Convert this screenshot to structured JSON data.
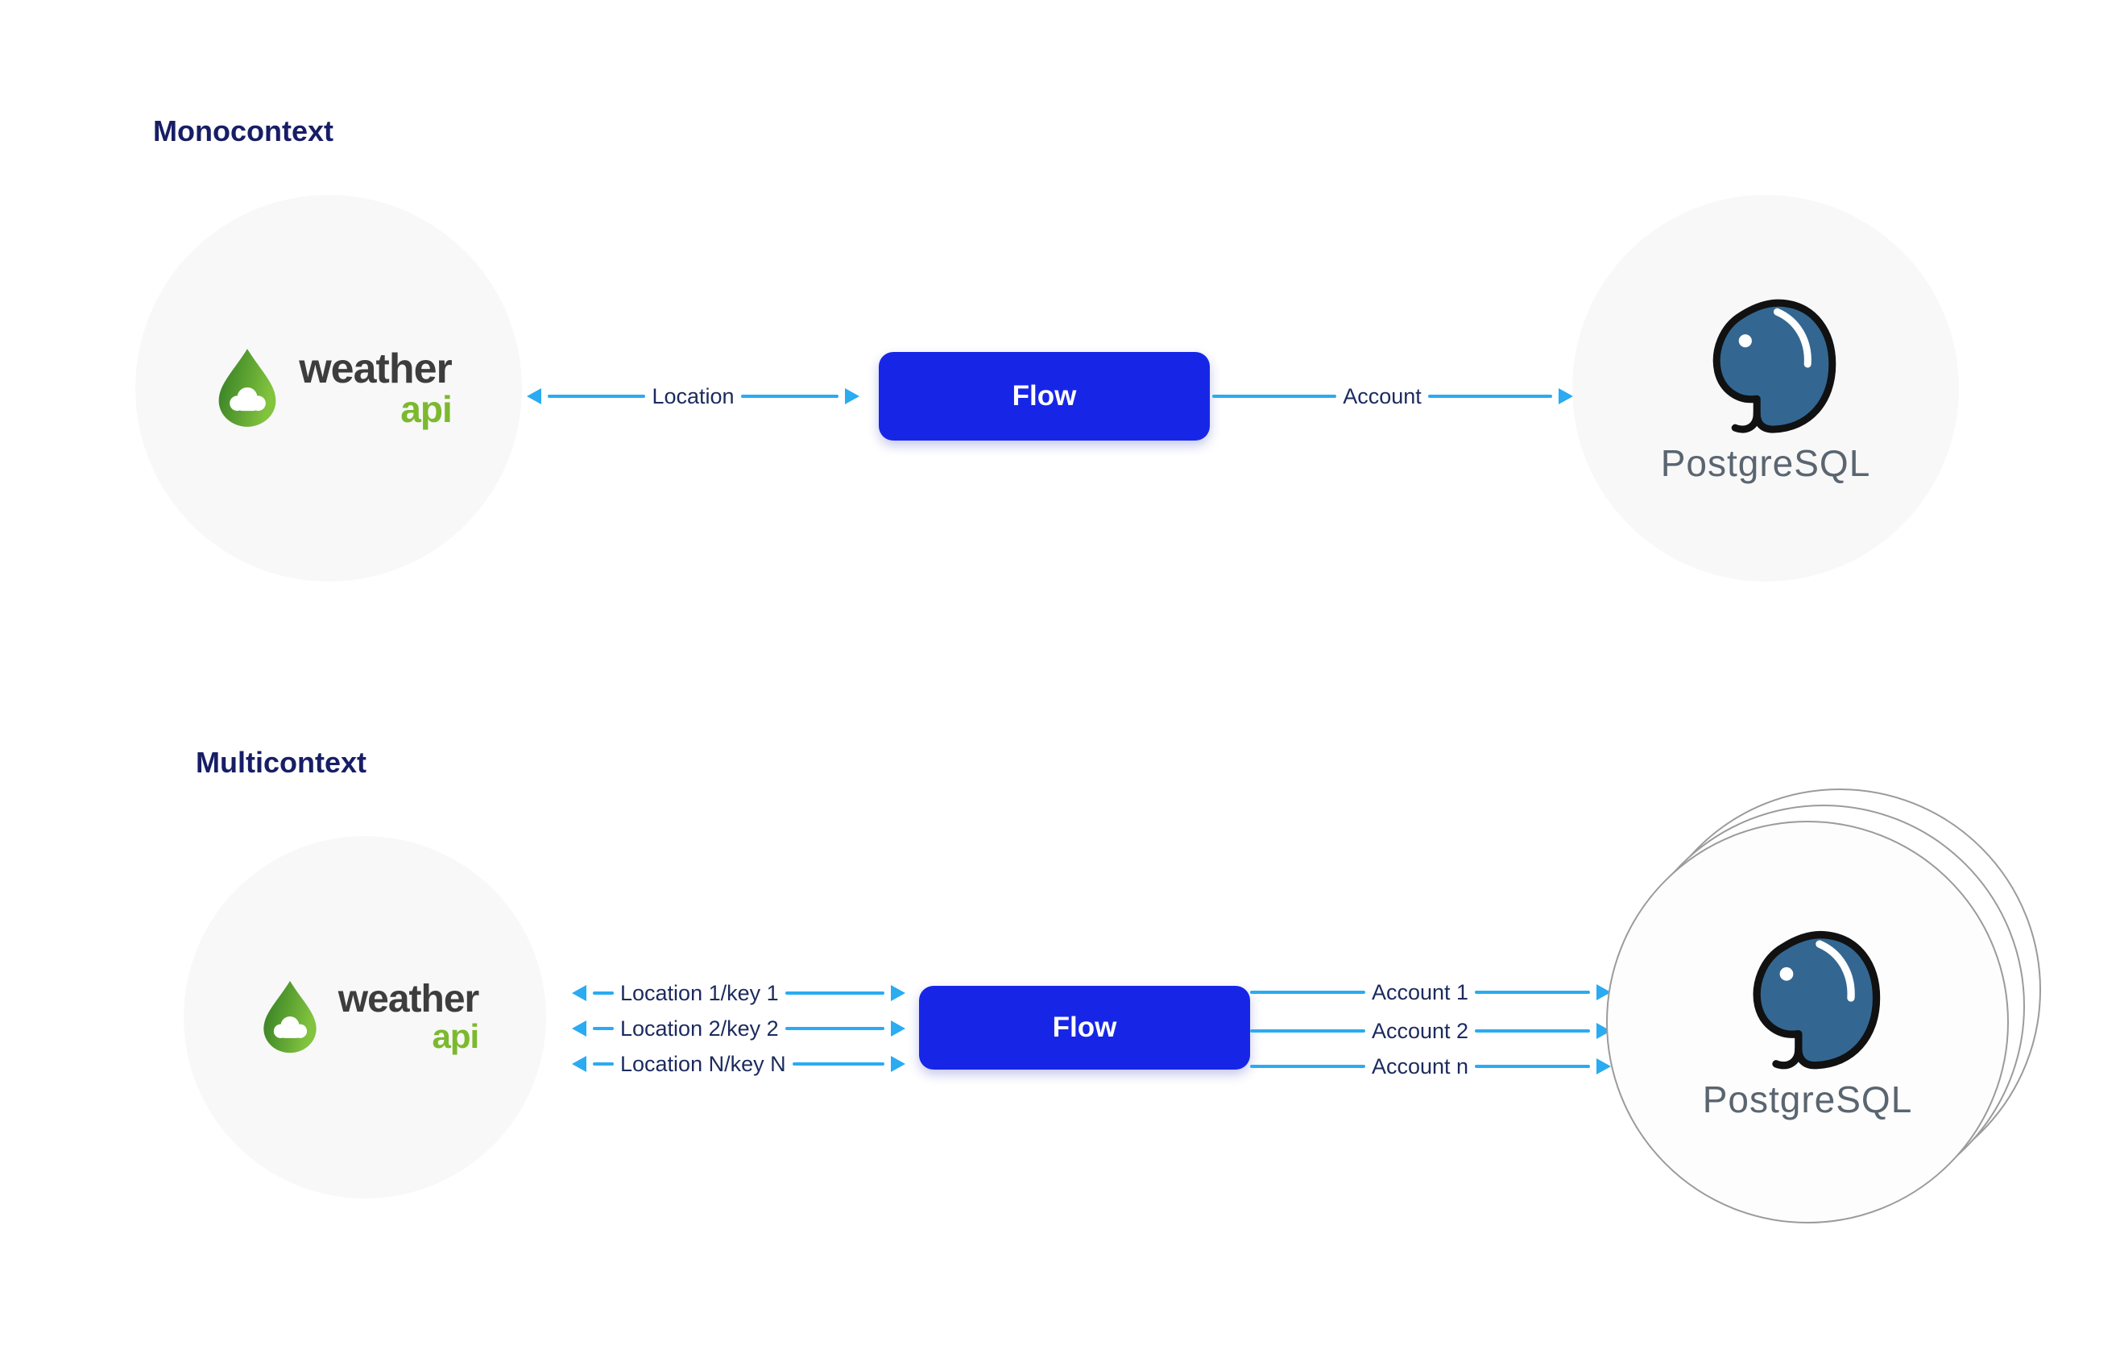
{
  "mono": {
    "title": "Monocontext",
    "flow_label": "Flow",
    "location_label": "Location",
    "account_label": "Account"
  },
  "multi": {
    "title": "Multicontext",
    "flow_label": "Flow",
    "left_labels": [
      "Location 1/key 1",
      "Location 2/key 2",
      "Location N/key N"
    ],
    "right_labels": [
      "Account 1",
      "Account 2",
      "Account n"
    ]
  },
  "logos": {
    "weather_word": "weather",
    "api_word": "api",
    "postgres_word": "PostgreSQL"
  },
  "colors": {
    "flow_blue": "#1726e6",
    "arrow_blue": "#2aabf2",
    "title_navy": "#171e66",
    "weather_green": "#7cb92e",
    "postgres_blue": "#336791",
    "circle_bg": "#f8f8f8"
  }
}
